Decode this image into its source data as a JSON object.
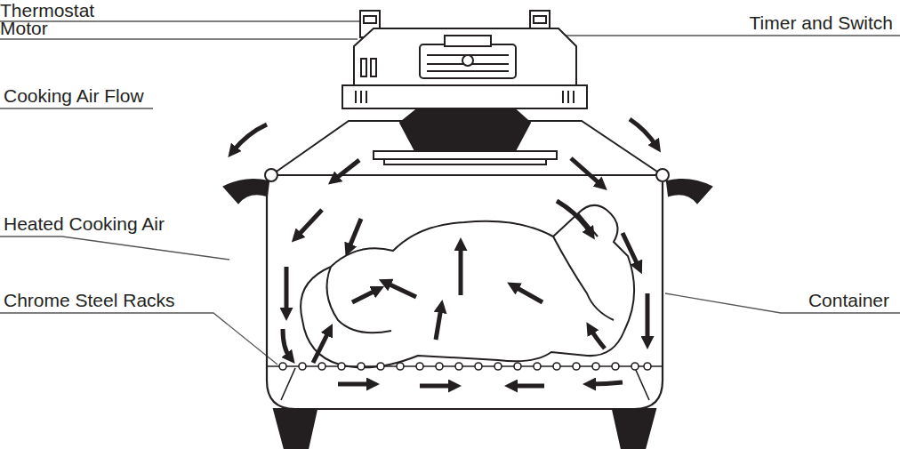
{
  "diagram": {
    "labels": [
      "Thermostat",
      "Motor",
      "Cooking Air Flow",
      "Heated Cooking Air",
      "Chrome Steel Racks",
      "Timer and Switch",
      "Container"
    ]
  }
}
